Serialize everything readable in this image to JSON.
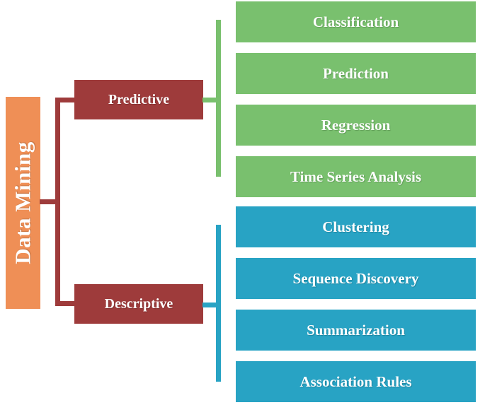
{
  "diagram": {
    "root": {
      "label": "Data Mining",
      "color": "#ef8f56",
      "orientation": "vertical"
    },
    "categories": [
      {
        "id": "predictive",
        "label": "Predictive",
        "color": "#9e3b3b",
        "branch_color": "#79c06e",
        "children": [
          {
            "label": "Classification",
            "color": "#79c06e"
          },
          {
            "label": "Prediction",
            "color": "#79c06e"
          },
          {
            "label": "Regression",
            "color": "#79c06e"
          },
          {
            "label": "Time Series Analysis",
            "color": "#79c06e"
          }
        ]
      },
      {
        "id": "descriptive",
        "label": "Descriptive",
        "color": "#9e3b3b",
        "branch_color": "#28a3c4",
        "children": [
          {
            "label": "Clustering",
            "color": "#28a3c4"
          },
          {
            "label": "Sequence Discovery",
            "color": "#28a3c4"
          },
          {
            "label": "Summarization",
            "color": "#28a3c4"
          },
          {
            "label": "Association Rules",
            "color": "#28a3c4"
          }
        ]
      }
    ],
    "colors": {
      "root": "#ef8f56",
      "category": "#9e3b3b",
      "predictive_branch": "#79c06e",
      "descriptive_branch": "#28a3c4",
      "background": "#ffffff",
      "text": "#ffffff"
    }
  }
}
